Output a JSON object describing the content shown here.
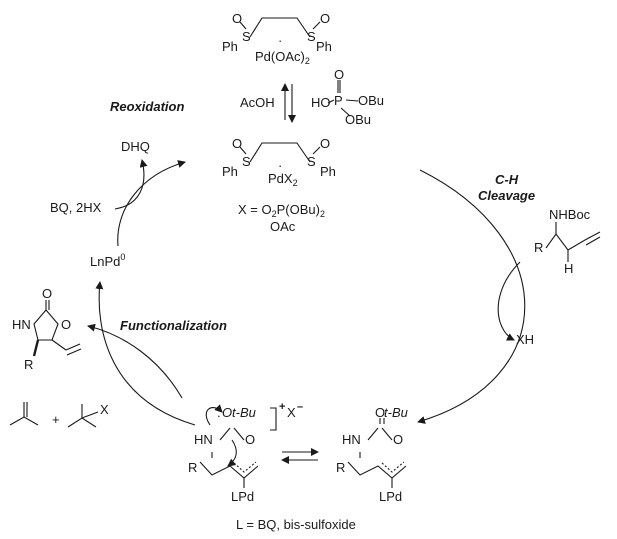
{
  "labels": {
    "reoxidation": "Reoxidation",
    "ch_cleavage_1": "C-H",
    "ch_cleavage_2": "Cleavage",
    "functionalization": "Functionalization"
  },
  "top_complex": {
    "s_left": "S",
    "s_right": "S",
    "o_left": "O",
    "o_right": "O",
    "ph_left": "Ph",
    "ph_right": "Ph",
    "dot": "·",
    "metal": "Pd(OAc)",
    "metal_sub": "2"
  },
  "mid_complex": {
    "s_left": "S",
    "s_right": "S",
    "o_left": "O",
    "o_right": "O",
    "ph_left": "Ph",
    "ph_right": "Ph",
    "dot": "·",
    "metal": "PdX",
    "metal_sub": "2",
    "x_def_1": "X = O",
    "x_def_2": "2",
    "x_def_3": "P(OBu)",
    "x_def_4": "2",
    "x_def_alt": "OAc"
  },
  "exchange": {
    "acoh": "AcOH",
    "ho": "HO",
    "p": "P",
    "o_top": "O",
    "obu_1": "OBu",
    "obu_2": "OBu"
  },
  "reoxidation_side": {
    "dhq": "DHQ",
    "bq": "BQ, 2HX",
    "lnpd": "LnPd",
    "lnpd_sup": "0"
  },
  "substrate": {
    "nhboc": "NHBoc",
    "r": "R",
    "h": "H",
    "xh": "XH"
  },
  "right_allyl": {
    "o_top": "O",
    "tbu": "t-Bu",
    "hn": "HN",
    "o_carbonyl": "O",
    "r": "R",
    "lpd": "LPd"
  },
  "left_allyl": {
    "colon": ":",
    "o": "O",
    "tbu": "t-Bu",
    "charge_plus": "+",
    "x": "X",
    "charge_minus": "–",
    "hn": "HN",
    "o_carbonyl": "O",
    "r": "R",
    "lpd": "LPd"
  },
  "product": {
    "o_top": "O",
    "hn": "HN",
    "o_ring": "O",
    "r": "R"
  },
  "byproducts": {
    "plus": "+",
    "x": "X"
  },
  "footnote": "L = BQ, bis-sulfoxide"
}
